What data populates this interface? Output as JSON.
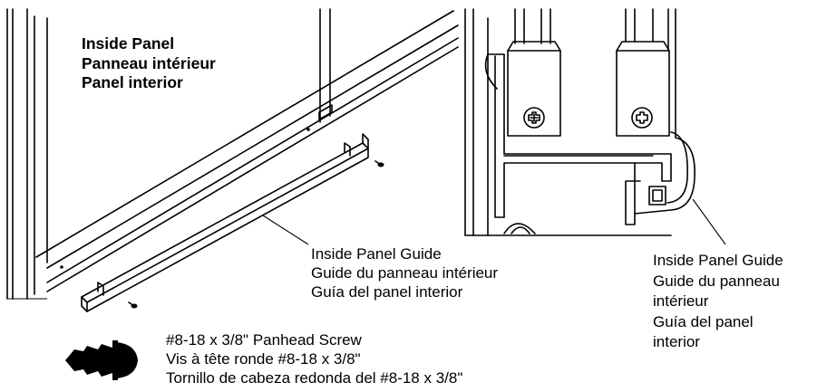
{
  "labels": {
    "inside_panel": [
      "Inside Panel",
      "Panneau intérieur",
      "Panel interior"
    ],
    "guide_left": [
      "Inside Panel Guide",
      "Guide du panneau intérieur",
      "Guía del panel interior"
    ],
    "screw": [
      "#8-18 x 3/8\" Panhead Screw",
      "Vis à tête ronde #8-18 x 3/8\"",
      "Tornillo de cabeza redonda del #8-18 x 3/8\""
    ],
    "guide_right": [
      "Inside Panel Guide",
      "Guide du panneau",
      "intérieur",
      "Guía del panel",
      "interior"
    ]
  }
}
